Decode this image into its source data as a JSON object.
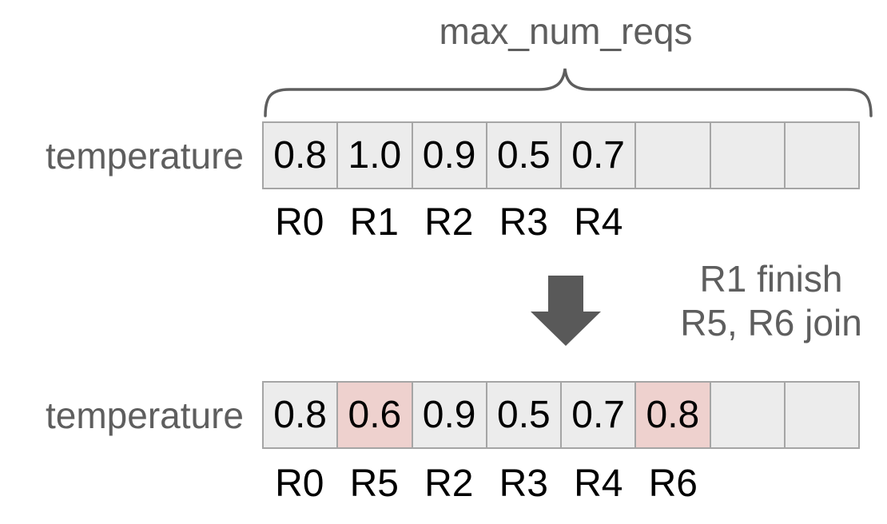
{
  "brace": {
    "label": "max_num_reqs"
  },
  "transition": {
    "line1": "R1 finish",
    "line2": "R5, R6 join"
  },
  "colors": {
    "cell_fill": "#ececec",
    "cell_highlight": "#eed1ce",
    "cell_border": "#a5a5a5",
    "muted_text": "#5e5e5e",
    "arrow_fill": "#595959",
    "value_text": "#000000",
    "background": "#ffffff"
  },
  "arrays": [
    {
      "label": "temperature",
      "cells": [
        {
          "value": "0.8",
          "highlight": false
        },
        {
          "value": "1.0",
          "highlight": false
        },
        {
          "value": "0.9",
          "highlight": false
        },
        {
          "value": "0.5",
          "highlight": false
        },
        {
          "value": "0.7",
          "highlight": false
        },
        {
          "value": "",
          "highlight": false
        },
        {
          "value": "",
          "highlight": false
        },
        {
          "value": "",
          "highlight": false
        }
      ],
      "request_labels": [
        "R0",
        "R1",
        "R2",
        "R3",
        "R4",
        "",
        "",
        ""
      ]
    },
    {
      "label": "temperature",
      "cells": [
        {
          "value": "0.8",
          "highlight": false
        },
        {
          "value": "0.6",
          "highlight": true
        },
        {
          "value": "0.9",
          "highlight": false
        },
        {
          "value": "0.5",
          "highlight": false
        },
        {
          "value": "0.7",
          "highlight": false
        },
        {
          "value": "0.8",
          "highlight": true
        },
        {
          "value": "",
          "highlight": false
        },
        {
          "value": "",
          "highlight": false
        }
      ],
      "request_labels": [
        "R0",
        "R5",
        "R2",
        "R3",
        "R4",
        "R6",
        "",
        ""
      ]
    }
  ]
}
